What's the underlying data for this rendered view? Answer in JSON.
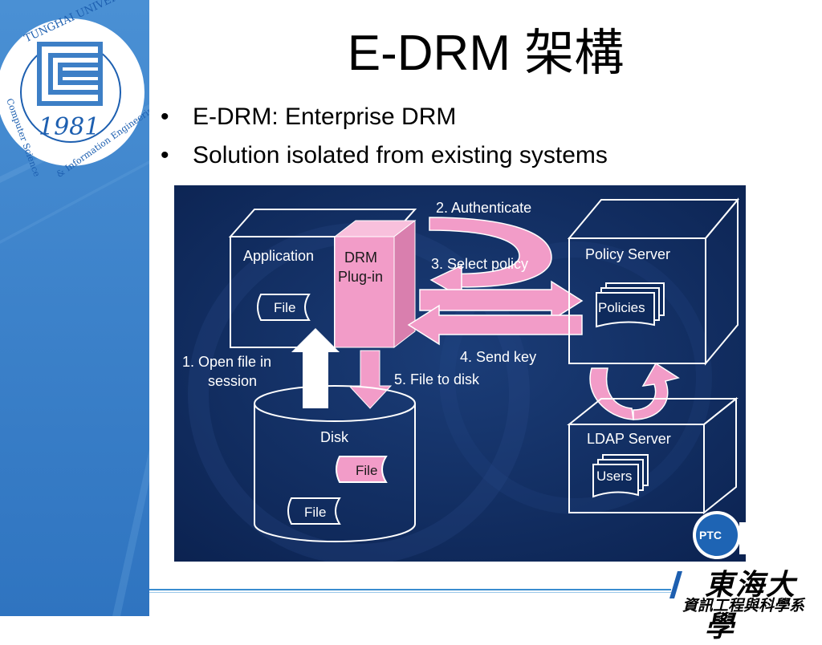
{
  "slide": {
    "title": "E-DRM 架構",
    "bullets": [
      "E-DRM: Enterprise DRM",
      "Solution isolated from existing systems"
    ]
  },
  "logo": {
    "ring_text": "TUNGHAI UNIVERSITY · Computer Science & Information Engineering",
    "year": "1981"
  },
  "diagram": {
    "application": "Application",
    "drm_plugin_line1": "DRM",
    "drm_plugin_line2": "Plug-in",
    "app_file": "File",
    "policy_server": "Policy Server",
    "policies": "Policies",
    "ldap_server": "LDAP Server",
    "users": "Users",
    "disk": "Disk",
    "disk_file_pink": "File",
    "disk_file_white": "File",
    "step1_line1": "1.  Open file in",
    "step1_line2": "session",
    "step2": "2. Authenticate",
    "step3": "3. Select policy",
    "step4": "4. Send key",
    "step5": "5. File to disk",
    "badge": "PTC"
  },
  "footer": {
    "university": "東海大學",
    "department": "資訊工程與科學系"
  },
  "colors": {
    "diagram_bg": "#0e2a5c",
    "pink": "#f29cc8",
    "sidebar_blue": "#3f86cc",
    "accent_line": "#3a8dd0"
  }
}
